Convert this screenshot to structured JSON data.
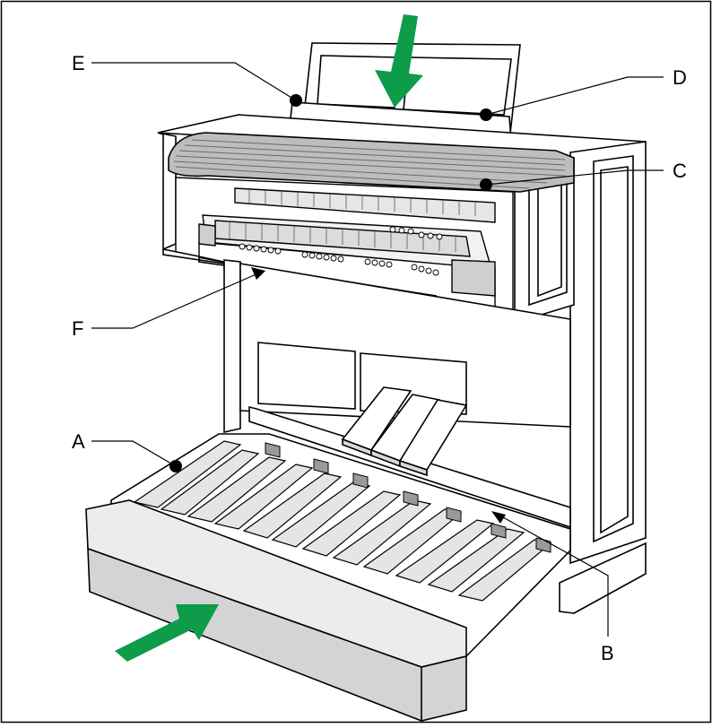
{
  "labels": {
    "a": "A",
    "b": "B",
    "c": "C",
    "d": "D",
    "e": "E",
    "f": "F"
  },
  "colors": {
    "arrow": "#0e9b4a",
    "line": "#000000",
    "paper": "#ffffff",
    "panel_gray": "#d8d8d8",
    "dark_gray": "#9a9a9a"
  }
}
